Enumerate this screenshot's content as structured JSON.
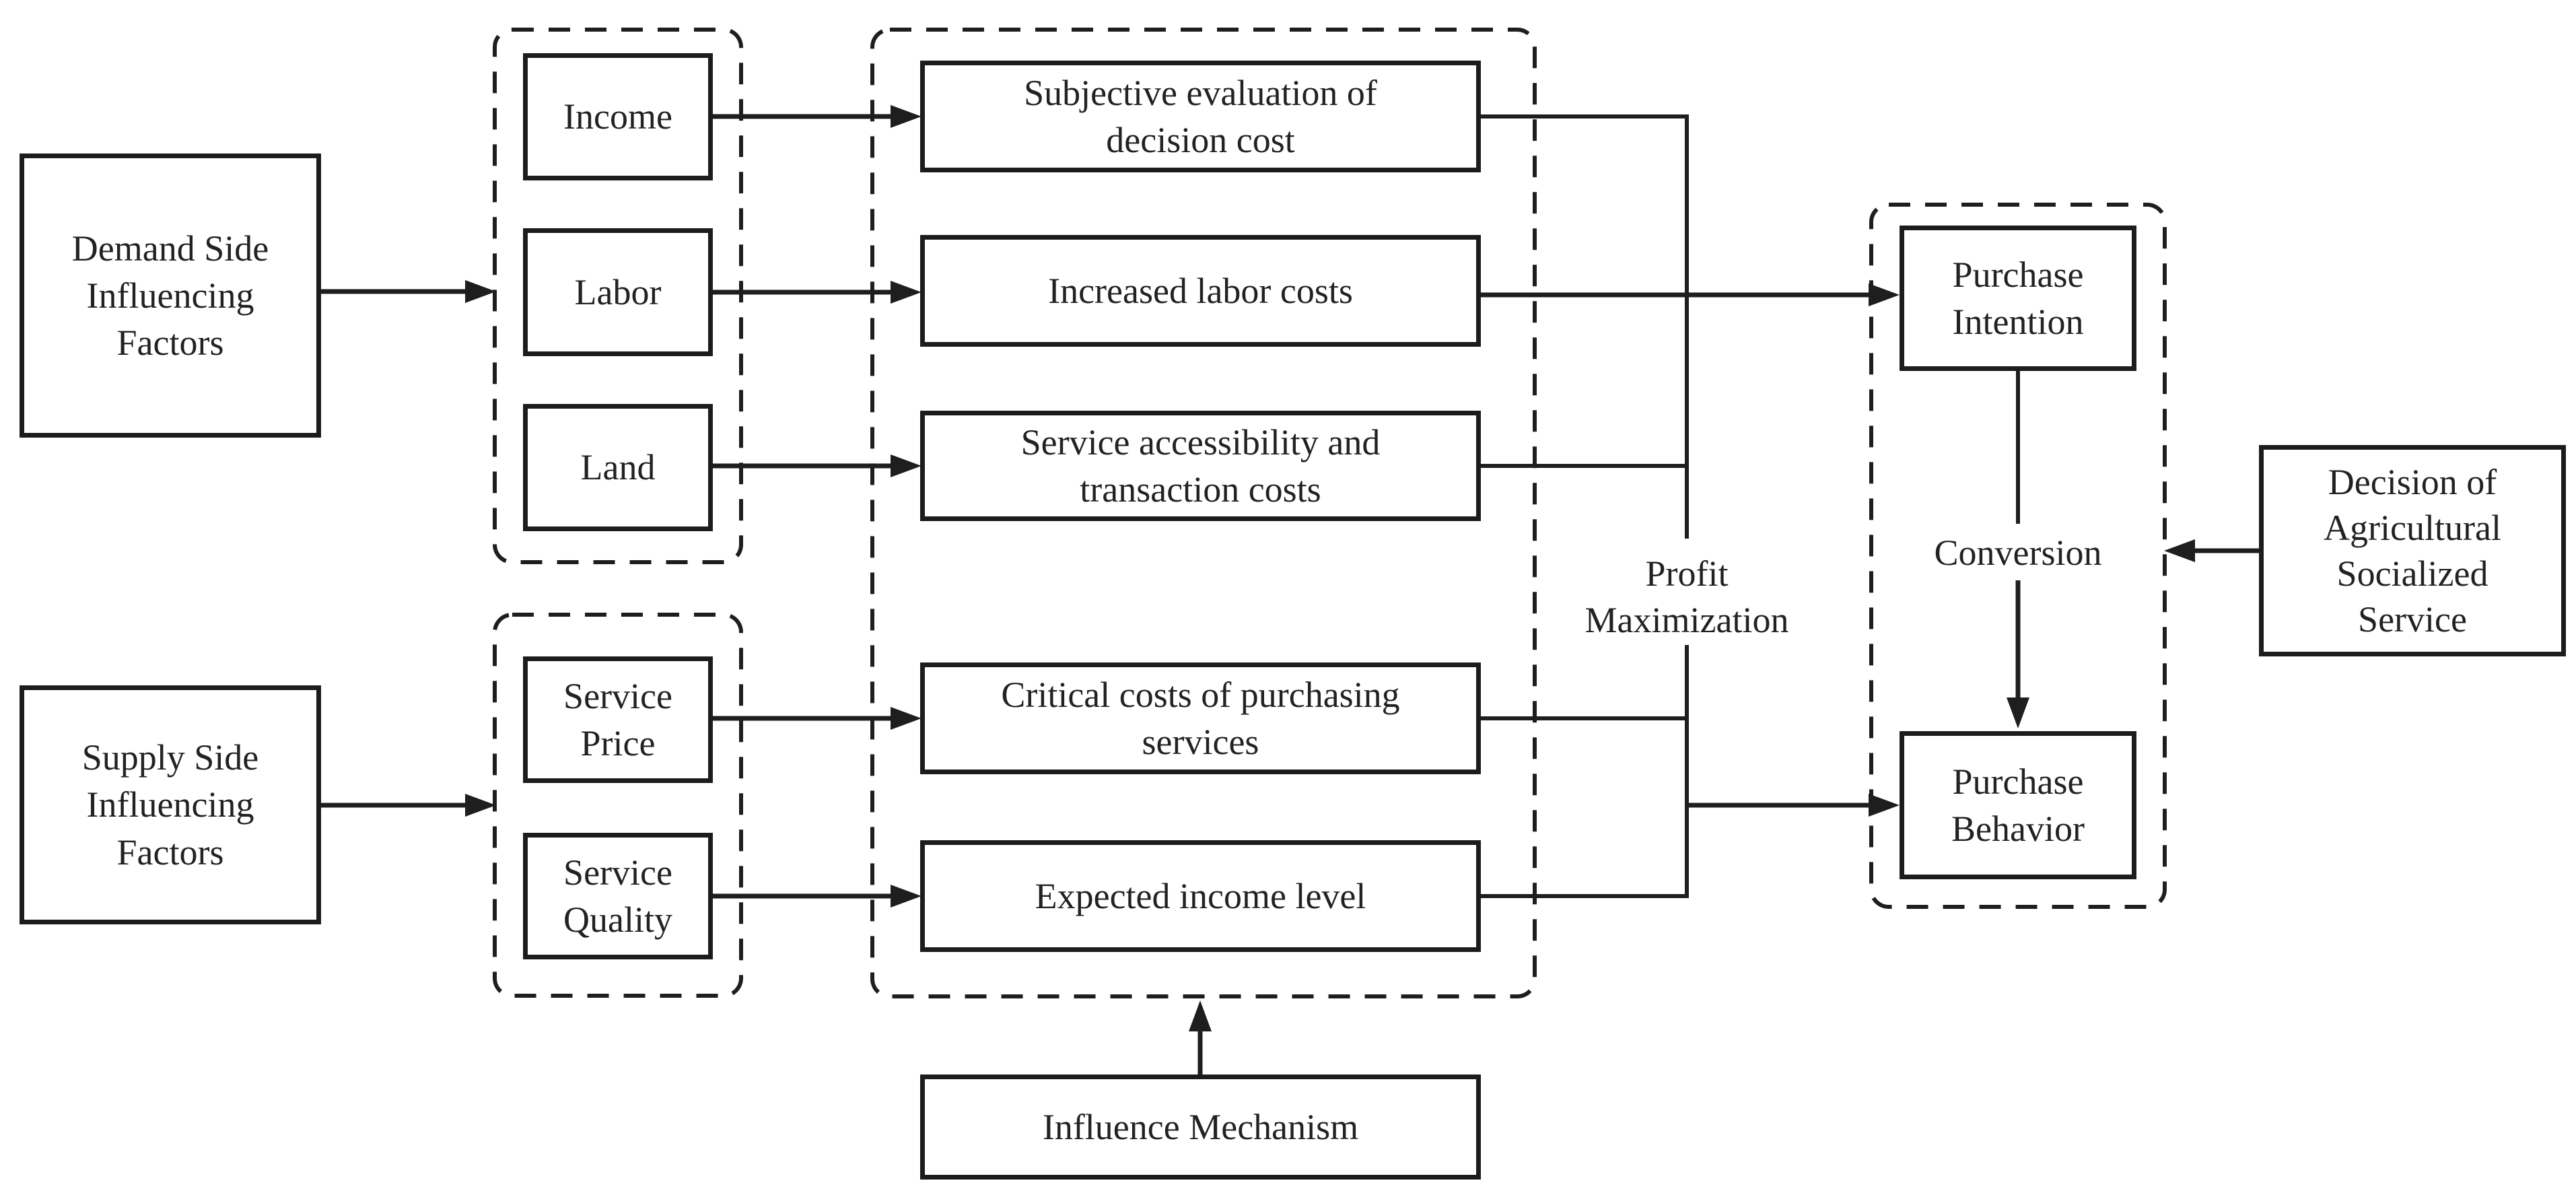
{
  "diagram": {
    "type": "flowchart",
    "background_color": "#ffffff",
    "stroke_color": "#1e1e1e",
    "nodes": {
      "demand": "Demand Side\nInfluencing\nFactors",
      "income": "Income",
      "labor": "Labor",
      "land": "Land",
      "subjective": "Subjective evaluation of\ndecision cost",
      "increased": "Increased labor costs",
      "service_access": "Service accessibility and\ntransaction costs",
      "supply": "Supply Side\nInfluencing\nFactors",
      "service_price": "Service\nPrice",
      "service_quality": "Service\nQuality",
      "critical": "Critical costs of purchasing\nservices",
      "expected": "Expected income level",
      "influence": "Influence Mechanism",
      "purchase_intention": "Purchase\nIntention",
      "purchase_behavior": "Purchase\nBehavior",
      "decision": "Decision of\nAgricultural\nSocialized\nService"
    },
    "labels": {
      "profit": "Profit\nMaximization",
      "conversion": "Conversion"
    },
    "edges": [
      {
        "from": "Demand Side Influencing Factors",
        "to": "demand-factor-group"
      },
      {
        "from": "Supply Side Influencing Factors",
        "to": "supply-factor-group"
      },
      {
        "from": "Income",
        "to": "Subjective evaluation of decision cost"
      },
      {
        "from": "Labor",
        "to": "Increased labor costs"
      },
      {
        "from": "Land",
        "to": "Service accessibility and transaction costs"
      },
      {
        "from": "Service Price",
        "to": "Critical costs of purchasing services"
      },
      {
        "from": "Service Quality",
        "to": "Expected income level"
      },
      {
        "from": "cost-evaluation-group",
        "to": "Purchase Intention",
        "via": "Profit Maximization"
      },
      {
        "from": "cost-evaluation-group",
        "to": "Purchase Behavior",
        "via": "Profit Maximization"
      },
      {
        "from": "Purchase Intention",
        "to": "Purchase Behavior",
        "label": "Conversion"
      },
      {
        "from": "Decision of Agricultural Socialized Service",
        "to": "purchase-group"
      },
      {
        "from": "Influence Mechanism",
        "to": "cost-evaluation-group"
      }
    ]
  }
}
